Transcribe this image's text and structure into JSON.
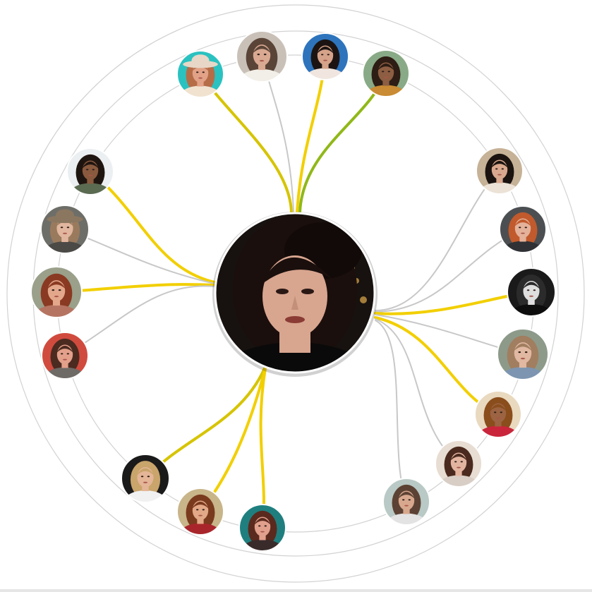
{
  "colors": {
    "ring": "#d2d2d2",
    "link_default": "#c8c8c8",
    "link_yellow": "#f2cf00",
    "link_olive_yellow": "#d6c400",
    "link_green": "#90b818",
    "center_border": "#ffffff",
    "node_border": "#ffffff"
  },
  "center": {
    "name": "central-person-avatar",
    "palette": {
      "background": "#17120f",
      "bokeh": "#d4a24a",
      "hair": "#1a0f0c",
      "skin": "#d8a58f",
      "lips": "#8a3b34",
      "clothing": "#0b0a0a"
    }
  },
  "nodes": [
    {
      "name": "avatar-woman-hat-turquoise",
      "link_color": "link_olive_yellow",
      "palette": {
        "bg": "#2ac2c0",
        "hair": "#b56d48",
        "skin": "#e2a287",
        "hat": "#e8d7c7",
        "shirt": "#f1e2d0"
      }
    },
    {
      "name": "avatar-woman-wavy-hair",
      "link_color": "link_default",
      "palette": {
        "bg": "#c9c1b8",
        "hair": "#5a4437",
        "skin": "#d9a992",
        "hat": "",
        "shirt": "#f2efe8"
      }
    },
    {
      "name": "avatar-woman-sunglasses-blue",
      "link_color": "link_yellow",
      "palette": {
        "bg": "#2d74bd",
        "hair": "#1c1412",
        "skin": "#d5a38a",
        "hat": "",
        "shirt": "#f0e6df"
      }
    },
    {
      "name": "avatar-woman-white-sunglasses",
      "link_color": "link_green",
      "palette": {
        "bg": "#89aa86",
        "hair": "#2d1d14",
        "skin": "#8d5e42",
        "hat": "",
        "shirt": "#c98b33"
      }
    },
    {
      "name": "avatar-woman-curly-hair",
      "link_color": "link_yellow",
      "palette": {
        "bg": "#eceff1",
        "hair": "#1f1510",
        "skin": "#8a5a3e",
        "hat": "",
        "shirt": "#5b6b52"
      }
    },
    {
      "name": "avatar-woman-fur-hat",
      "link_color": "link_default",
      "palette": {
        "bg": "#6e6e69",
        "hair": "#9a7a5d",
        "skin": "#e1b69f",
        "hat": "#8b7760",
        "shirt": "#4c4a46"
      }
    },
    {
      "name": "avatar-woman-red-hair",
      "link_color": "link_yellow",
      "palette": {
        "bg": "#9aa08a",
        "hair": "#8a3a22",
        "skin": "#e3a88c",
        "hat": "",
        "shirt": "#b57462"
      }
    },
    {
      "name": "avatar-woman-space-buns",
      "link_color": "link_default",
      "palette": {
        "bg": "#d04b3e",
        "hair": "#4b2a20",
        "skin": "#e3a08a",
        "hat": "",
        "shirt": "#6e6a66"
      }
    },
    {
      "name": "avatar-woman-long-dark-hair",
      "link_color": "link_default",
      "palette": {
        "bg": "#c6b296",
        "hair": "#1a1310",
        "skin": "#d9a88e",
        "hat": "",
        "shirt": "#ece2d6"
      }
    },
    {
      "name": "avatar-woman-orange-hair",
      "link_color": "link_default",
      "palette": {
        "bg": "#4b4f52",
        "hair": "#c15a2c",
        "skin": "#e4b29a",
        "hat": "",
        "shirt": "#2f3135"
      }
    },
    {
      "name": "avatar-woman-black-white",
      "link_color": "link_yellow",
      "palette": {
        "bg": "#1a1a1a",
        "hair": "#2b2b2b",
        "skin": "#dedede",
        "hat": "",
        "shirt": "#0d0d0d"
      }
    },
    {
      "name": "avatar-woman-glasses-denim",
      "link_color": "link_default",
      "palette": {
        "bg": "#8d9a8a",
        "hair": "#a17e60",
        "skin": "#e1b8a1",
        "hat": "",
        "shirt": "#7d95b0"
      }
    },
    {
      "name": "avatar-woman-afro",
      "link_color": "link_yellow",
      "palette": {
        "bg": "#e9d9bf",
        "hair": "#8a4d1c",
        "skin": "#9c6442",
        "hat": "",
        "shirt": "#c9263c"
      }
    },
    {
      "name": "avatar-woman-bangs",
      "link_color": "link_default",
      "palette": {
        "bg": "#e8ddd3",
        "hair": "#4a2a1e",
        "skin": "#e3b5a1",
        "hat": "",
        "shirt": "#d8cec6"
      }
    },
    {
      "name": "avatar-woman-glasses-outdoor",
      "link_color": "link_default",
      "palette": {
        "bg": "#b9c9c5",
        "hair": "#5c4234",
        "skin": "#d8a88e",
        "hat": "",
        "shirt": "#e3e3e3"
      }
    },
    {
      "name": "avatar-woman-blonde",
      "link_color": "link_olive_yellow",
      "palette": {
        "bg": "#1a1a1a",
        "hair": "#c9a46b",
        "skin": "#e4b597",
        "hat": "",
        "shirt": "#f1f1f1"
      }
    },
    {
      "name": "avatar-woman-red-jacket",
      "link_color": "link_yellow",
      "palette": {
        "bg": "#c8b589",
        "hair": "#7a3a1e",
        "skin": "#e2a887",
        "hat": "",
        "shirt": "#a8262b"
      }
    },
    {
      "name": "avatar-woman-teal-bun",
      "link_color": "link_yellow",
      "palette": {
        "bg": "#1f7f7f",
        "hair": "#5b2a1e",
        "skin": "#e1a08c",
        "hat": "",
        "shirt": "#3a2b2b"
      }
    }
  ]
}
